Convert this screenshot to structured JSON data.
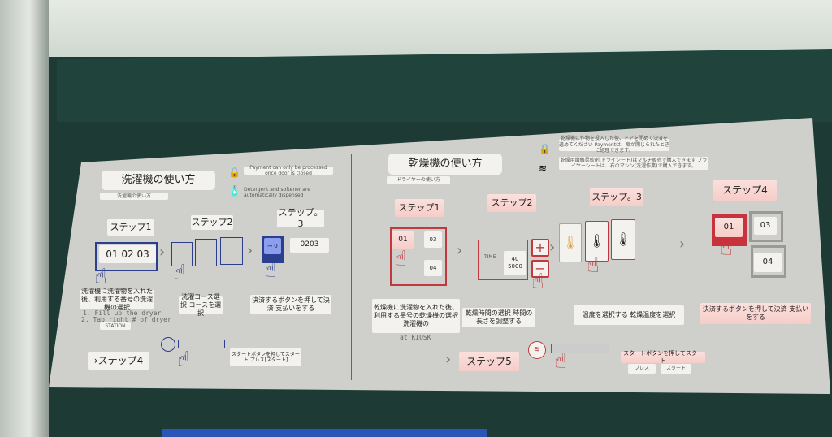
{
  "washer": {
    "title": "洗濯機の使い方",
    "subtitle": "洗濯機の使い方",
    "notice_payment": "Payment can only be processed once door is closed",
    "notice_detergent": "Detergent and softener are automatically dispensed",
    "step1": "ステップ1",
    "step1_numbers": "01 02 03",
    "step1_desc": "洗濯機に洗濯物を入れた後、利用する番号の洗濯機の選択",
    "step1_en1": "1. Fill up the dryer",
    "step1_en2": "2. Tab right # of dryer",
    "step1_tag": "STATION",
    "step2": "ステップ2",
    "step2_desc": "洗濯コース選択 コースを選択",
    "step3": "ステップ。3",
    "step3_screen": "→ 0",
    "step3_number": "0203",
    "step3_desc": "決済するボタンを押して決済 支払いをする",
    "step4": "›ステップ4",
    "step4_desc": "スタートボタンを押してスタート プレス[スタート]"
  },
  "dryer": {
    "title": "乾燥機の使い方",
    "subtitle": "ドライヤーの使い方",
    "notice1": "乾燥機に作物を投入した後、ドアを閉めて決済を進めてください Paymentは、扉が閉じられたときに処理できます。",
    "notice2": "乾燥用繊維柔軟剤(ドライシート)はマルチ販売で購入できます ブライヤーシートは、右のマシン(洗濯作業)で購入できます。",
    "step1": "ステップ1",
    "step1_boxes": [
      "01",
      "03",
      "04"
    ],
    "step1_desc": "乾燥機に洗濯物を入れた後、利用する番号の乾燥機の選択 洗濯機の",
    "step1_en": "at KIOSK",
    "step2": "ステップ2",
    "step2_time": "TIME",
    "step2_value": "40 5000",
    "step2_desc": "乾燥時間の選択 時間の長さを調整する",
    "step3": "ステップ。3",
    "step3_desc": "温度を選択する 乾燥温度を選択",
    "step4": "ステップ4",
    "step4_boxes": [
      "01",
      "03",
      "04"
    ],
    "step4_desc": "決済するボタンを押して決済 支払いをする",
    "step5": "ステップ5",
    "step5_desc": "スタートボタンを押してスタート",
    "step5_press": "プレス",
    "step5_start": "[スタート]"
  }
}
